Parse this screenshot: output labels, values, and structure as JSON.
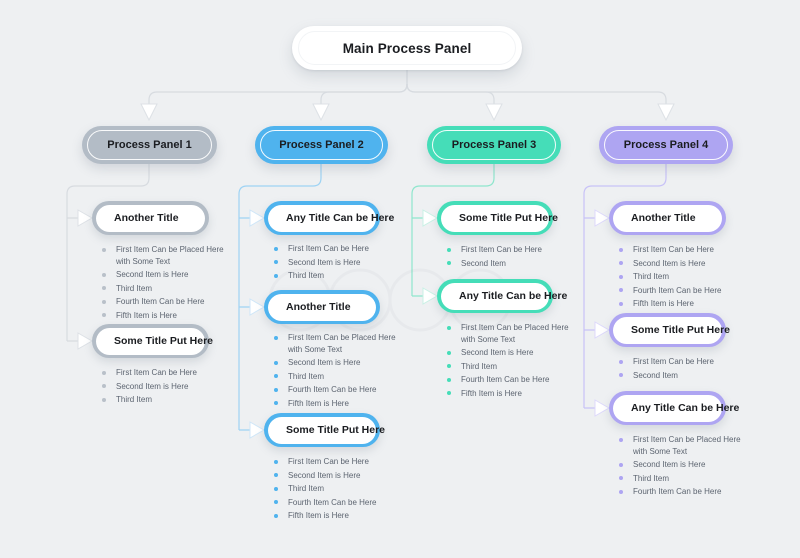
{
  "diagram": {
    "title": "Main Process Panel",
    "background_color": "#eef0f2",
    "columns": [
      {
        "header": "Process Panel 1",
        "color": "#b3bcc6",
        "blocks": [
          {
            "title": "Another Title",
            "items": [
              "First Item Can be Placed Here with Some Text",
              "Second Item is Here",
              "Third Item",
              "Fourth Item Can be Here",
              "Fifth Item is Here"
            ]
          },
          {
            "title": "Some Title Put Here",
            "items": [
              "First Item Can be Here",
              "Second Item is Here",
              "Third Item"
            ]
          }
        ]
      },
      {
        "header": "Process Panel 2",
        "color": "#4fb3ee",
        "blocks": [
          {
            "title": "Any Title Can be Here",
            "items": [
              "First Item Can be Here",
              "Second Item is Here",
              "Third Item"
            ]
          },
          {
            "title": "Another Title",
            "items": [
              "First Item Can be Placed Here with Some Text",
              "Second Item is Here",
              "Third Item",
              "Fourth Item Can be Here",
              "Fifth Item is Here"
            ]
          },
          {
            "title": "Some Title Put Here",
            "items": [
              "First Item Can be Here",
              "Second Item is Here",
              "Third Item",
              "Fourth Item Can be Here",
              "Fifth Item is Here"
            ]
          }
        ]
      },
      {
        "header": "Process Panel 3",
        "color": "#45ddb8",
        "blocks": [
          {
            "title": "Some Title Put Here",
            "items": [
              "First Item Can be Here",
              "Second Item"
            ]
          },
          {
            "title": "Any Title Can be Here",
            "items": [
              "First Item Can be Placed Here with Some Text",
              "Second Item is Here",
              "Third Item",
              "Fourth Item Can be Here",
              "Fifth Item is Here"
            ]
          }
        ]
      },
      {
        "header": "Process Panel 4",
        "color": "#aea5f2",
        "blocks": [
          {
            "title": "Another Title",
            "items": [
              "First Item Can be Here",
              "Second Item is Here",
              "Third Item",
              "Fourth Item Can be Here",
              "Fifth Item is Here"
            ]
          },
          {
            "title": "Some Title Put Here",
            "items": [
              "First Item Can be Here",
              "Second Item"
            ]
          },
          {
            "title": "Any Title Can be Here",
            "items": [
              "First Item Can be Placed Here with Some Text",
              "Second Item is Here",
              "Third Item",
              "Fourth Item Can be Here"
            ]
          }
        ]
      }
    ]
  }
}
